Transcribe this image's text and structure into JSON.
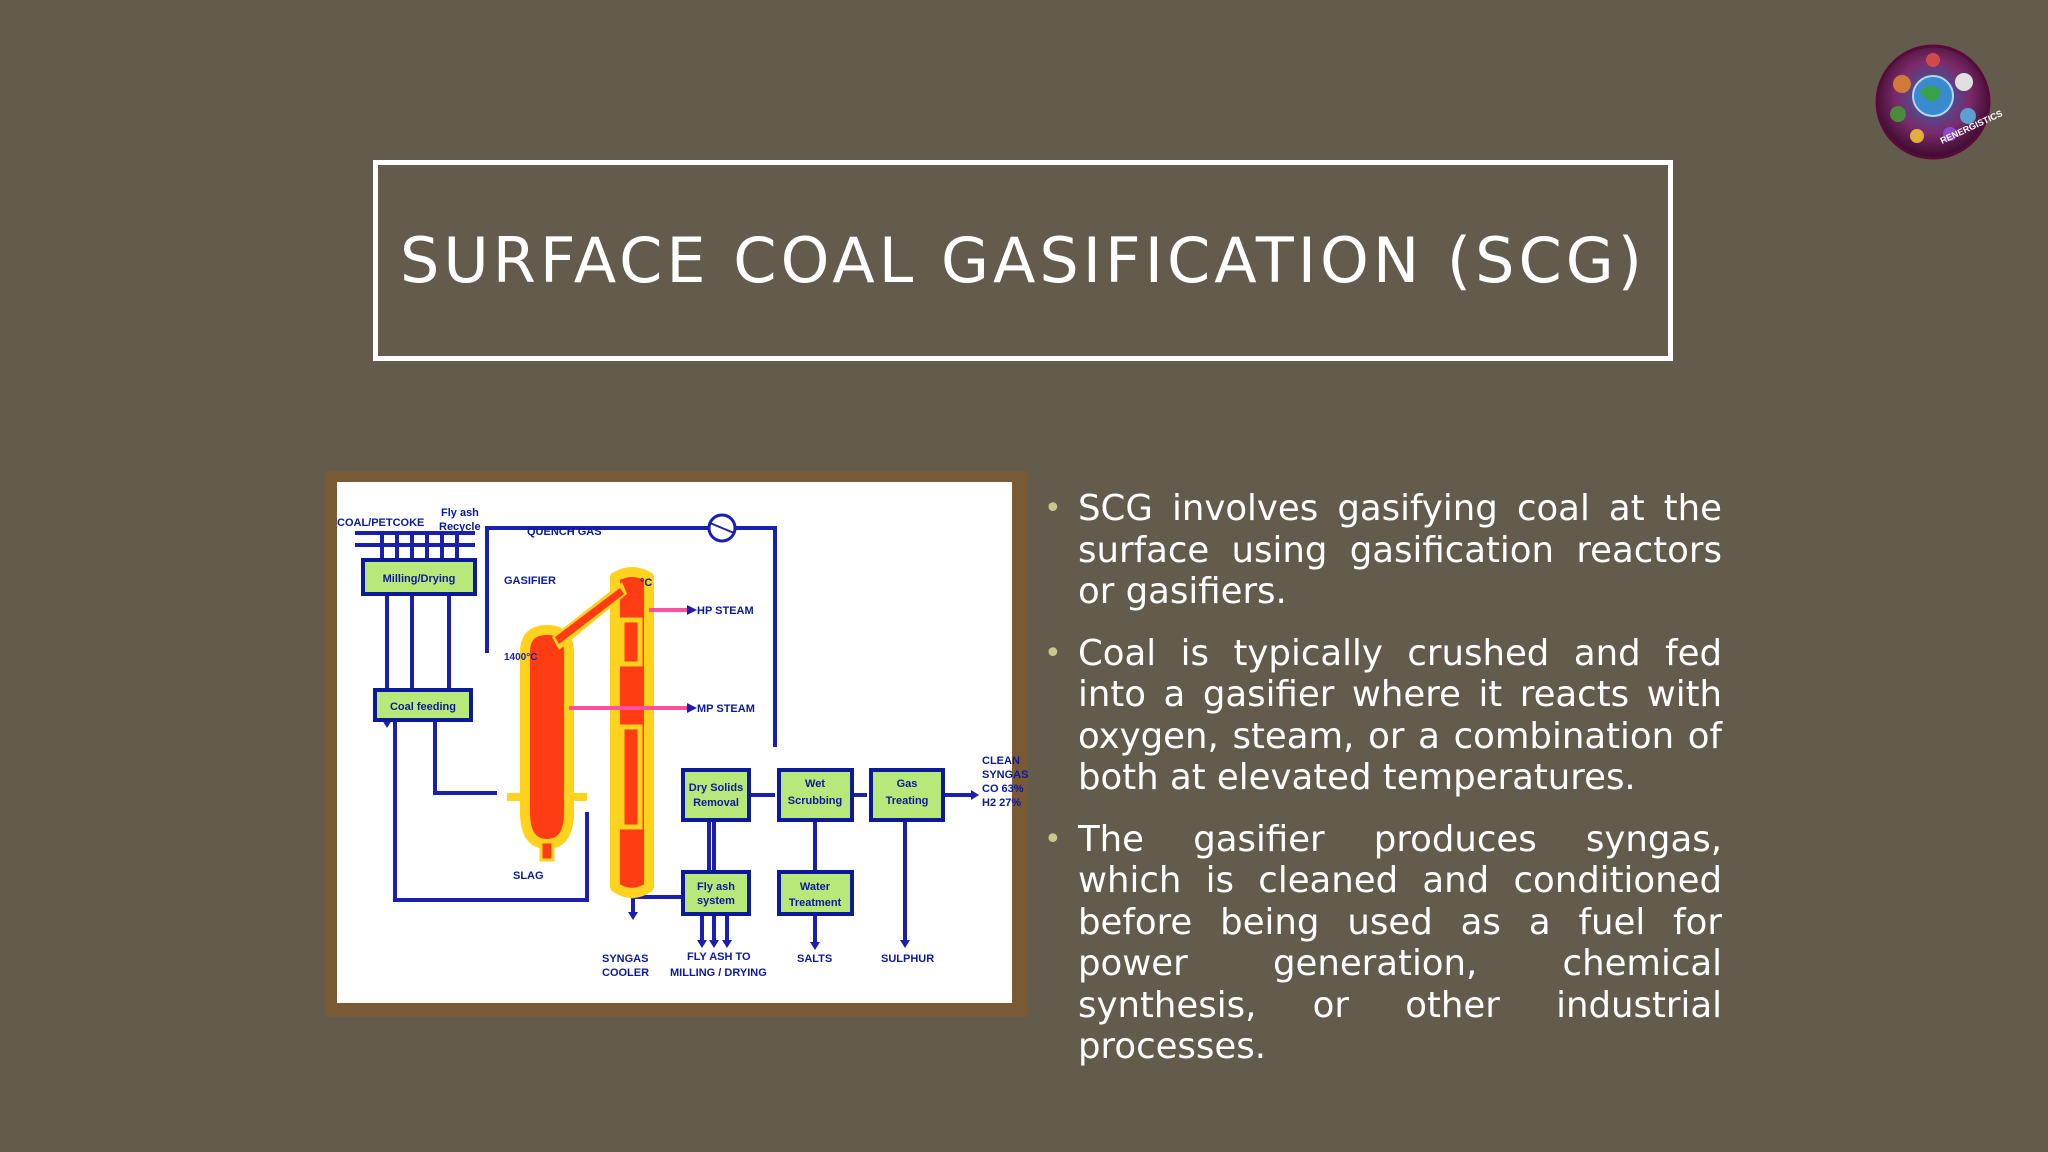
{
  "slide": {
    "title": "SURFACE COAL GASIFICATION (SCG)",
    "logo_icon": "globe-logo-icon",
    "logo_text": "RENERGISTICS",
    "bullet_icon": "bullet-dot-icon",
    "bullets": [
      "SCG involves gasifying coal at the surface using gasification reactors or gasifiers.",
      "Coal is typically crushed and fed into a gasifier where it reacts with oxygen, steam, or a combination of both at elevated temperatures.",
      "The gasifier produces syngas, which is cleaned and conditioned before being used as a fuel for power generation, chemical synthesis, or other industrial processes."
    ]
  },
  "diagram": {
    "labels": {
      "coal_petcoke": "COAL/PETCOKE",
      "fly_ash_recycle_1": "Fly ash",
      "fly_ash_recycle_2": "Recycle",
      "quench_gas": "QUENCH GAS",
      "milling": "Milling/Drying",
      "gasifier": "GASIFIER",
      "temp_top": "°C",
      "temp_gasifier": "1400°C",
      "hp_steam": "HP STEAM",
      "mp_steam": "MP STEAM",
      "coal_feeding": "Coal feeding",
      "dry_solids_1": "Dry Solids",
      "dry_solids_2": "Removal",
      "wet_scrubbing_1": "Wet",
      "wet_scrubbing_2": "Scrubbing",
      "gas_treating_1": "Gas",
      "gas_treating_2": "Treating",
      "clean_1": "CLEAN",
      "clean_2": "SYNGAS",
      "clean_3": "CO 63%",
      "clean_4": "H2 27%",
      "fly_ash_system_1": "Fly ash",
      "fly_ash_system_2": "system",
      "water_treatment_1": "Water",
      "water_treatment_2": "Treatment",
      "slag": "SLAG",
      "syngas_cooler_1": "SYNGAS",
      "syngas_cooler_2": "COOLER",
      "fly_ash_to_1": "FLY ASH TO",
      "fly_ash_to_2": "MILLING / DRYING",
      "salts": "SALTS",
      "sulphur": "SULPHUR"
    },
    "colors": {
      "line": "#1a1fb0",
      "box_fill": "#b8e87a",
      "box_border": "#0a1a9a",
      "reactor": "#ff3c14",
      "reactor_glow": "#ffd21e",
      "steam": "#ff4fa0"
    }
  }
}
